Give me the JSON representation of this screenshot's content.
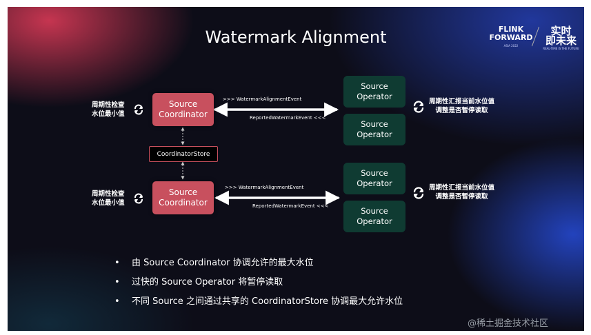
{
  "slide": {
    "title": "Watermark Alignment",
    "brand_left": {
      "line1": "FLINK",
      "line2": "FORWARD",
      "sub": "ASIA 2022"
    },
    "brand_right": {
      "line1": "实时",
      "line2": "即未来",
      "sub": "REAL-TIME IS THE FUTURE"
    }
  },
  "diagram": {
    "coordinator_label": "Source Coordinator",
    "operator_label": "Source Operator",
    "store_label": "CoordinatorStore",
    "left_note_line1": "周期性检查",
    "left_note_line2": "水位最小值",
    "right_note_line1": "周期性汇报当前水位值",
    "right_note_line2": "调整是否暂停读取",
    "event_forward": ">>> WatermarkAlignmentEvent",
    "event_backward": "ReportedWatermarkEvent <<<"
  },
  "bullets": [
    "由 Source Coordinator 协调允许的最大水位",
    "过快的 Source Operator 将暂停读取",
    "不同 Source 之间通过共享的 CoordinatorStore 协调最大允许水位"
  ],
  "watermark": "@稀土掘金技术社区",
  "colors": {
    "coordinator": "#c8505e",
    "operator": "#0f3b32",
    "background": "#0d0d18"
  }
}
